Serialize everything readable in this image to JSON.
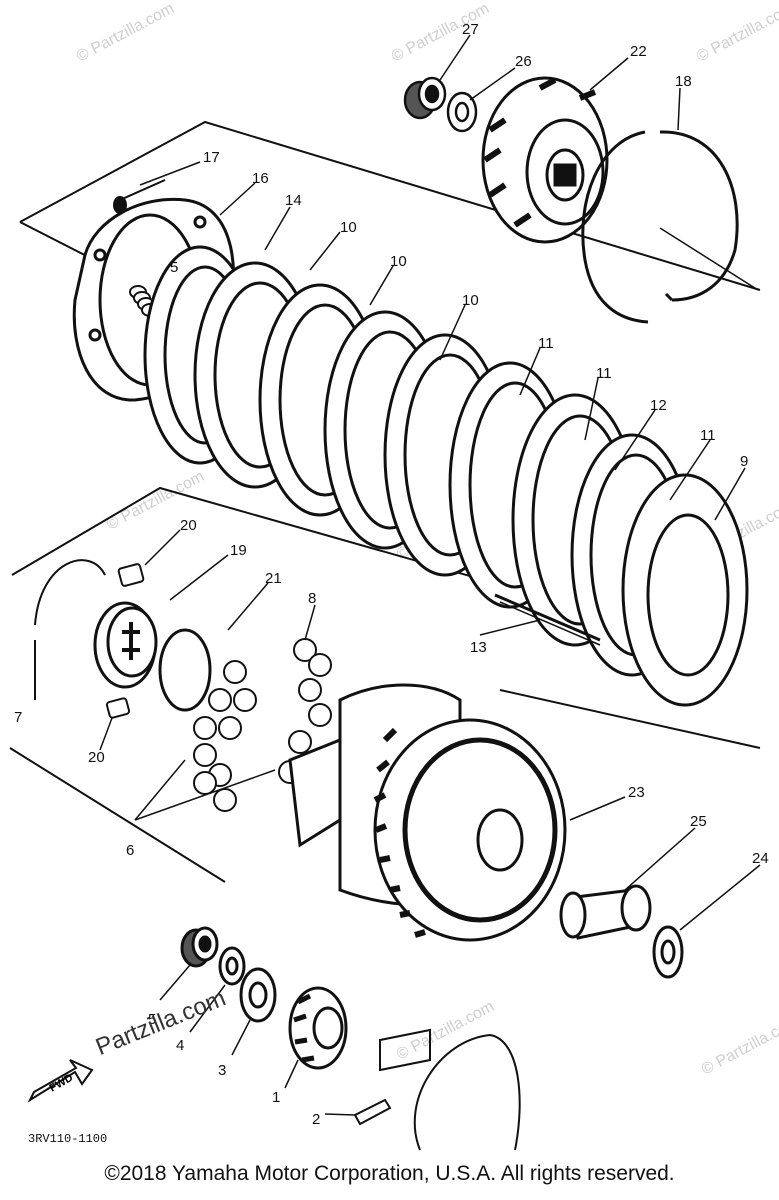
{
  "diagram": {
    "drawing_code": "3RV110-1100",
    "copyright": "©2018  Yamaha Motor Corporation, U.S.A. All rights reserved.",
    "watermark": "© Partzilla.com",
    "logo_watermark": "Partzilla.com",
    "fwd_arrow_label": "FWD",
    "callouts": [
      "27",
      "26",
      "22",
      "18",
      "17",
      "16",
      "14",
      "10",
      "10",
      "10",
      "5",
      "11",
      "11",
      "12",
      "11",
      "9",
      "20",
      "19",
      "21",
      "8",
      "13",
      "7",
      "20",
      "6",
      "23",
      "25",
      "24",
      "5",
      "4",
      "3",
      "1",
      "2"
    ],
    "colors": {
      "line": "#111111",
      "watermark": "#cfcfcf",
      "background": "#ffffff"
    }
  }
}
